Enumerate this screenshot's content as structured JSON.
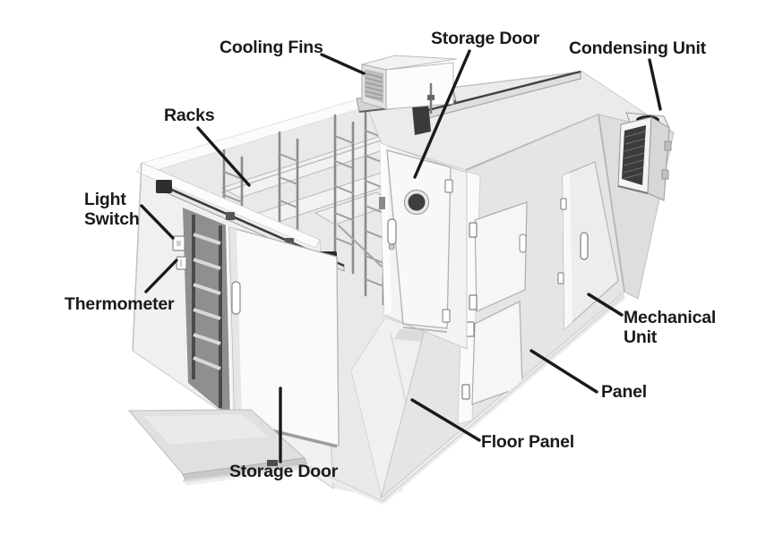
{
  "diagram": {
    "labels": {
      "cooling_fins": "Cooling Fins",
      "storage_door_top": "Storage Door",
      "condensing_unit": "Condensing Unit",
      "racks": "Racks",
      "light_switch": "Light Switch",
      "thermometer": "Thermometer",
      "mechanical_unit": "Mechanical Unit",
      "panel": "Panel",
      "floor_panel": "Floor Panel",
      "storage_door_bottom": "Storage Door"
    },
    "colors": {
      "background": "#ffffff",
      "ink": "#1a1a1a",
      "wall_light": "#f0f0f0",
      "wall_mid": "#e5e5e5",
      "roof": "#ebebeb",
      "grille_dark": "#3c3c3c"
    }
  }
}
